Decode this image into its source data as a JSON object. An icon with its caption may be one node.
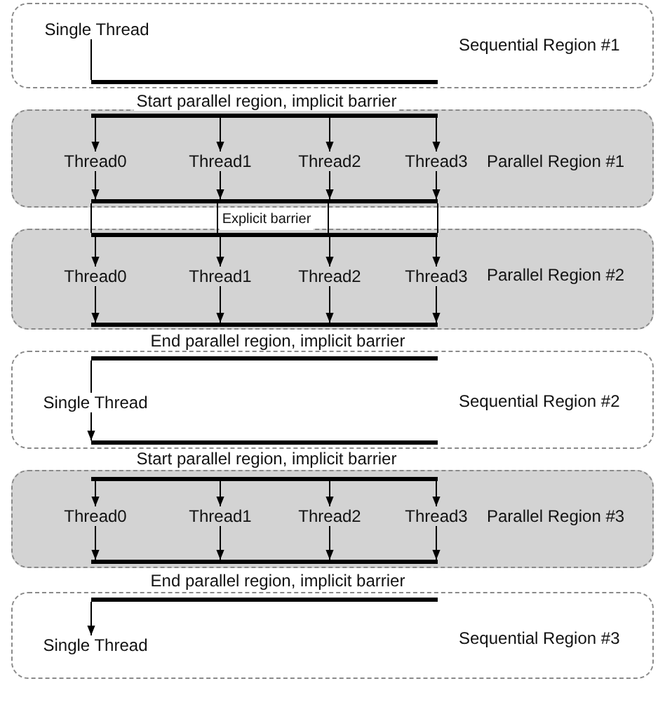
{
  "diagram": {
    "nodes": [
      {
        "text": [
          "Sequential Region #1"
        ]
      },
      {
        "text": [
          "Single Thread"
        ],
        "in": 0
      },
      {
        "text": [],
        "shape": "bar",
        "in": 0
      },
      {
        "text": [
          "Parallel Region #1"
        ]
      },
      {
        "text": [],
        "shape": "bar",
        "in": 3
      },
      {
        "text": [
          "Thread0"
        ],
        "in": 3
      },
      {
        "text": [
          "Thread1"
        ],
        "in": 3
      },
      {
        "text": [
          "Thread2"
        ],
        "in": 3
      },
      {
        "text": [
          "Thread3"
        ],
        "in": 3
      },
      {
        "text": [],
        "shape": "bar",
        "in": 3
      },
      {
        "text": [
          "Parallel Region #2"
        ]
      },
      {
        "text": [],
        "shape": "bar",
        "in": 10
      },
      {
        "text": [
          "Thread0"
        ],
        "in": 10
      },
      {
        "text": [
          "Thread1"
        ],
        "in": 10
      },
      {
        "text": [
          "Thread2"
        ],
        "in": 10
      },
      {
        "text": [
          "Thread3"
        ],
        "in": 10
      },
      {
        "text": [],
        "shape": "bar",
        "in": 10
      },
      {
        "text": [
          "Sequential Region #2"
        ]
      },
      {
        "text": [],
        "shape": "bar",
        "in": 17
      },
      {
        "text": [
          "Single Thread"
        ],
        "in": 17
      },
      {
        "text": [],
        "shape": "bar",
        "in": 17
      },
      {
        "text": [
          "Parallel Region #3"
        ]
      },
      {
        "text": [],
        "shape": "bar",
        "in": 21
      },
      {
        "text": [
          "Thread0"
        ],
        "in": 21
      },
      {
        "text": [
          "Thread1"
        ],
        "in": 21
      },
      {
        "text": [
          "Thread2"
        ],
        "in": 21
      },
      {
        "text": [
          "Thread3"
        ],
        "in": 21
      },
      {
        "text": [],
        "shape": "bar",
        "in": 21
      },
      {
        "text": [
          "Sequential Region #3"
        ]
      },
      {
        "text": [],
        "shape": "bar",
        "in": 28
      },
      {
        "text": [
          "Single Thread"
        ],
        "in": 28
      }
    ],
    "edges": [
      {
        "from": 1,
        "to": 2,
        "arrow": "none"
      },
      {
        "from": 4,
        "to": 5,
        "arrow": "to"
      },
      {
        "from": 4,
        "to": 6,
        "arrow": "to"
      },
      {
        "from": 4,
        "to": 7,
        "arrow": "to"
      },
      {
        "from": 4,
        "to": 8,
        "arrow": "to"
      },
      {
        "from": 5,
        "to": 9,
        "arrow": "to"
      },
      {
        "from": 6,
        "to": 9,
        "arrow": "to"
      },
      {
        "from": 7,
        "to": 9,
        "arrow": "to"
      },
      {
        "from": 8,
        "to": 9,
        "arrow": "to"
      },
      {
        "from": 9,
        "to": 11,
        "arrow": "none"
      },
      {
        "from": 9,
        "to": 11,
        "arrow": "none"
      },
      {
        "from": 9,
        "to": 11,
        "arrow": "none"
      },
      {
        "from": 9,
        "to": 11,
        "arrow": "none"
      },
      {
        "from": 11,
        "to": 12,
        "arrow": "to"
      },
      {
        "from": 11,
        "to": 13,
        "arrow": "to"
      },
      {
        "from": 11,
        "to": 14,
        "arrow": "to"
      },
      {
        "from": 11,
        "to": 15,
        "arrow": "to"
      },
      {
        "from": 12,
        "to": 16,
        "arrow": "to"
      },
      {
        "from": 13,
        "to": 16,
        "arrow": "to"
      },
      {
        "from": 14,
        "to": 16,
        "arrow": "to"
      },
      {
        "from": 15,
        "to": 16,
        "arrow": "to"
      },
      {
        "from": 18,
        "to": 19,
        "arrow": "none"
      },
      {
        "from": 19,
        "to": 20,
        "arrow": "to"
      },
      {
        "from": 22,
        "to": 23,
        "arrow": "to"
      },
      {
        "from": 22,
        "to": 24,
        "arrow": "to"
      },
      {
        "from": 22,
        "to": 25,
        "arrow": "to"
      },
      {
        "from": 22,
        "to": 26,
        "arrow": "to"
      },
      {
        "from": 23,
        "to": 27,
        "arrow": "to"
      },
      {
        "from": 24,
        "to": 27,
        "arrow": "to"
      },
      {
        "from": 25,
        "to": 27,
        "arrow": "to"
      },
      {
        "from": 26,
        "to": 27,
        "arrow": "to"
      },
      {
        "from": 29,
        "to": 30,
        "arrow": "to"
      }
    ],
    "labels": [
      "Start parallel region, implicit barrier",
      "Explicit barrier",
      "End parallel region, implicit barrier",
      "Start parallel region, implicit barrier",
      "End parallel region, implicit barrier"
    ]
  }
}
